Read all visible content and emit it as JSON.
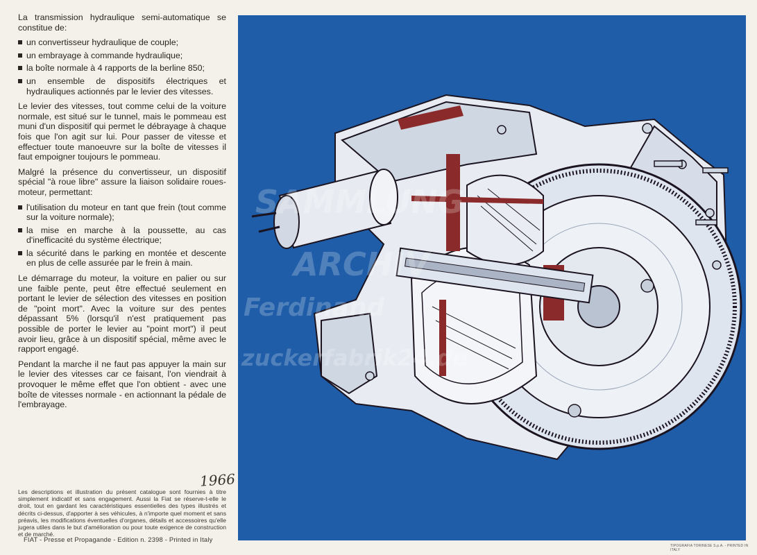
{
  "text": {
    "intro": "La transmission hydraulique semi-automatique se constitue de:",
    "components": [
      "un convertisseur hydraulique de couple;",
      "un embrayage à commande hydraulique;",
      "la boîte normale à 4 rapports de la berline 850;",
      "un ensemble de dispositifs électriques et hydrauliques actionnés par le levier des vitesses."
    ],
    "lever_paragraph": "Le levier des vitesses, tout comme celui de la voiture normale, est situé sur le tunnel, mais le pommeau est muni d'un dispositif qui permet le débrayage à chaque fois que l'on agit sur lui. Pour passer de vitesse et effectuer toute manoeuvre sur la boîte de vitesses il faut empoigner toujours le pommeau.",
    "freewheel_paragraph": "Malgré la présence du convertisseur, un dispositif spécial \"à roue libre\" assure la liaison solidaire roues-moteur, permettant:",
    "benefits": [
      "l'utilisation du moteur en tant que frein (tout comme sur la voiture normale);",
      "la mise en marche à la poussette, au cas d'inefficacité du système électrique;",
      "la sécurité dans le parking en montée et descente en plus de celle assurée par le frein à main."
    ],
    "start_paragraph": "Le démarrage du moteur, la voiture en palier ou sur une faible pente, peut être effectué seulement en portant le levier de sélection des vitesses en position de \"point mort\". Avec la voiture sur des pentes dépassant 5% (lorsqu'il n'est pratiquement pas possible de porter le levier au \"point mort\") il peut avoir lieu, grâce à un dispositif spécial, même avec le rapport engagé.",
    "driving_paragraph": "Pendant la marche il ne faut pas appuyer la main sur le levier des vitesses car ce faisant, l'on viendrait à provoquer le même effet que l'on obtient - avec une boîte de vitesses normale - en actionnant la pédale de l'embrayage.",
    "handwritten_year": "1966",
    "disclaimer": "Les descriptions et illustration du présent catalogue sont fournies à titre simplement indicatif et sans engagement. Aussi la Fiat se réserve-t-elle le droit, tout en gardant les caractéristiques essentielles des types illustrés et décrits ci-dessus, d'apporter à ses véhicules, à n'importe quel moment et sans préavis, les modifications éventuelles d'organes, détails et accessoires qu'elle jugera utiles dans le but d'amélioration ou pour toute exigence de construction et de marché.",
    "footer_left": "FIAT - Presse et Propagande - Edition n. 2398 - Printed in Italy",
    "footer_right": "TIPOGRAFIA TORINESE S.p.A. - PRINTED IN ITALY"
  },
  "watermark": {
    "line1": "SAMMLUNG",
    "line2": "ARCHIV",
    "line3": "Ferdinand",
    "line4": "zuckerfabrik24.de"
  },
  "colors": {
    "panel_blue": "#1f5da8",
    "paper": "#f4f1ea",
    "ink": "#2a2420",
    "cutaway_red": "#8a2a2a"
  }
}
